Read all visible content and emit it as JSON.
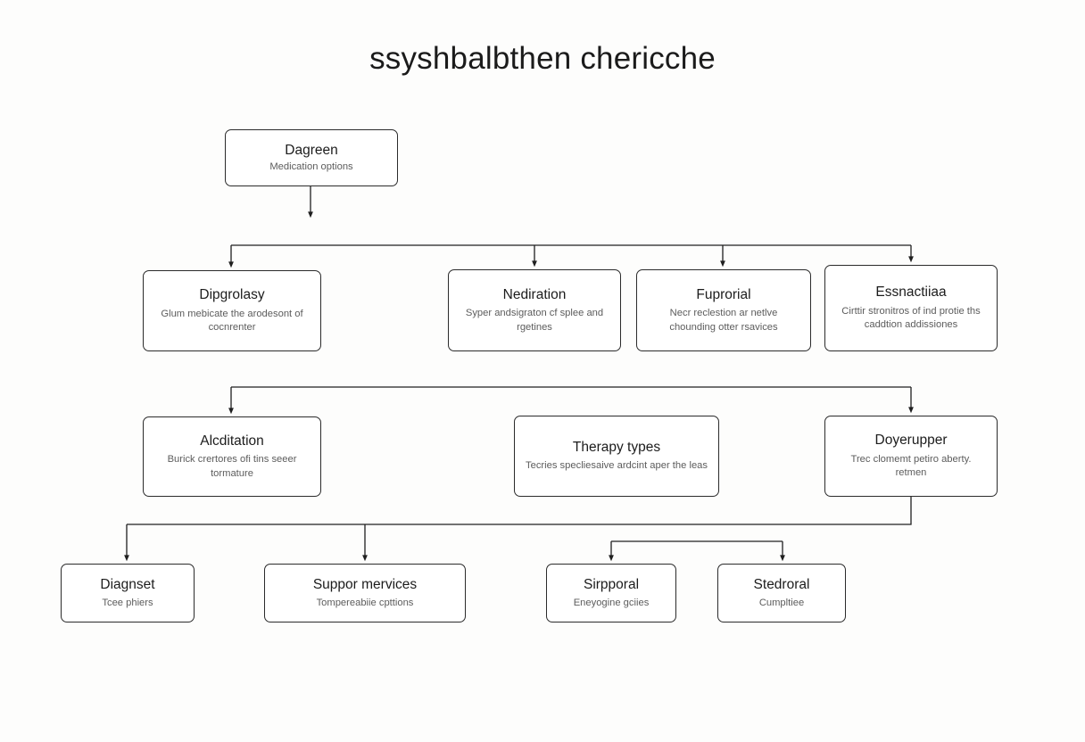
{
  "title": "ssyshbalbthen chericche",
  "theme": {
    "background": "#fdfdfc",
    "node_fill": "#ffffff",
    "node_stroke": "#2b2b2b",
    "edge_stroke": "#1f1f1f",
    "title_color": "#1c1c1c",
    "desc_color": "#5c5c5c"
  },
  "nodes": {
    "root": {
      "title": "Dagreen",
      "desc": "Medication options"
    },
    "row2": [
      {
        "title": "Dipgrolasy",
        "desc": "Glum mebicate the arodesont of cocnrenter"
      },
      {
        "title": "Nediration",
        "desc": "Syper andsigraton cf splee and rgetines"
      },
      {
        "title": "Fuprorial",
        "desc": "Necr reclestion ar netlve chounding otter rsavices"
      },
      {
        "title": "Essnactiiaa",
        "desc": "Cirttir stronitros of ind protie ths caddtion addissiones"
      }
    ],
    "row3": [
      {
        "title": "Alcditation",
        "desc": "Burick crertores ofi tins seeer tormature"
      },
      {
        "title": "Therapy types",
        "desc": "Tecries specliesaive ardcint aper the leas"
      },
      {
        "title": "Doyerupper",
        "desc": "Trec clomemt petiro aberty. retmen"
      }
    ],
    "row4": [
      {
        "title": "Diagnset",
        "desc": "Tcee phiers"
      },
      {
        "title": "Suppor mervices",
        "desc": "Tompereabiie cpttions"
      },
      {
        "title": "Sirpporal",
        "desc": "Eneyogine gciies"
      },
      {
        "title": "Stedroral",
        "desc": "Cumpltiee"
      }
    ]
  },
  "edges": {
    "root_stub": "vertical arrow down from root",
    "bus_row2": "horizontal bus feeding four row-2 nodes",
    "bus_row3": "horizontal bus feeding row-3 outer nodes",
    "bus_row4_long": "horizontal bus feeding left two row-4 nodes",
    "bus_row4_short": "horizontal bus feeding right two row-4 nodes"
  }
}
